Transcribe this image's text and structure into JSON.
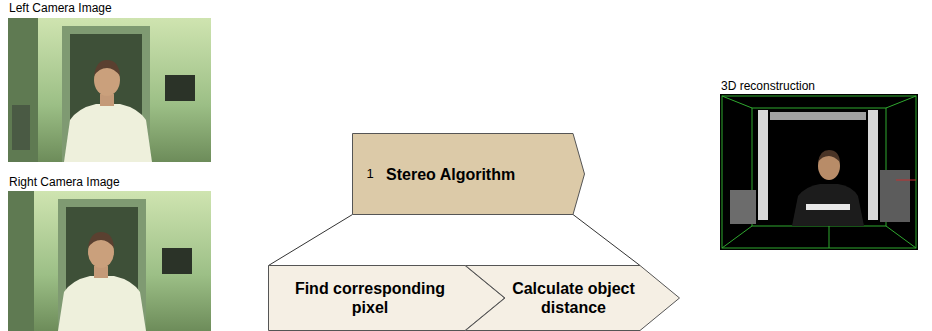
{
  "diagram": {
    "nodes": [
      {
        "text": [
          "Left Camera Image"
        ]
      },
      {
        "text": [
          "Right Camera Image"
        ]
      },
      {
        "text": [
          "Stereo Algorithm"
        ]
      },
      {
        "text": [
          "1"
        ],
        "in": 2
      },
      {
        "text": [
          "Find corresponding pixel"
        ]
      },
      {
        "text": [
          "Calculate object distance"
        ]
      },
      {
        "text": [
          "3D reconstruction"
        ]
      }
    ],
    "edges": [
      {
        "from": 2,
        "to": 4,
        "arrow": "none"
      },
      {
        "from": 2,
        "to": 5,
        "arrow": "none"
      }
    ]
  }
}
